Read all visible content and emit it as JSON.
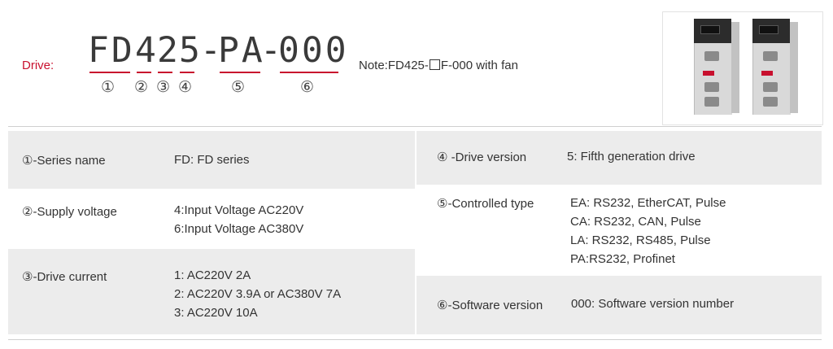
{
  "header": {
    "drive_label": "Drive:",
    "model_segments": [
      "FD",
      "4",
      "2",
      "5",
      "-",
      "PA",
      "-",
      "000"
    ],
    "circled_numbers": [
      "①",
      "②",
      "③",
      "④",
      "⑤",
      "⑥"
    ],
    "note_prefix": "Note:FD425-",
    "note_suffix": "F-000 with fan"
  },
  "product_image": {
    "icon": "servo-drive-photo"
  },
  "left_table": [
    {
      "label": "①-Series name",
      "lines": [
        "FD: FD series"
      ]
    },
    {
      "label": "②-Supply voltage",
      "lines": [
        "4:Input Voltage  AC220V",
        "6:Input Voltage  AC380V"
      ]
    },
    {
      "label": "③-Drive current",
      "lines": [
        "1: AC220V  2A",
        "2: AC220V  3.9A or AC380V  7A",
        "3: AC220V  10A"
      ]
    }
  ],
  "right_table": [
    {
      "label": "④ -Drive version",
      "lines": [
        "5: Fifth generation drive"
      ]
    },
    {
      "label": "⑤-Controlled type",
      "lines": [
        "EA: RS232, EtherCAT, Pulse",
        "CA: RS232, CAN, Pulse",
        "LA: RS232, RS485, Pulse",
        "PA:RS232, Profinet"
      ]
    },
    {
      "label": "⑥-Software version",
      "lines": [
        "000: Software version number"
      ]
    }
  ],
  "colors": {
    "accent": "#c8102e",
    "shade": "#ececec",
    "text": "#333333"
  }
}
